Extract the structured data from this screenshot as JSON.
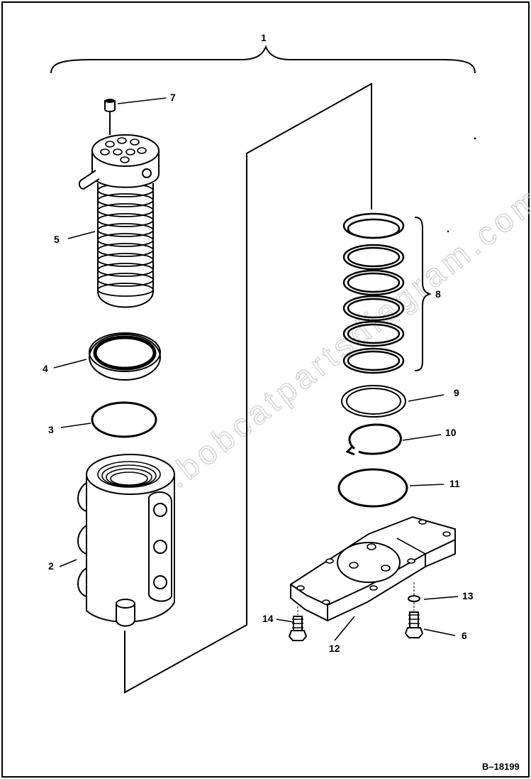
{
  "labels": {
    "l1": "1",
    "l2": "2",
    "l3": "3",
    "l4": "4",
    "l5": "5",
    "l6": "6",
    "l7": "7",
    "l8": "8",
    "l9": "9",
    "l10": "10",
    "l11": "11",
    "l12": "12",
    "l13": "13",
    "l14": "14"
  },
  "reference": "B–18199",
  "watermark": "www.bobcatpartsdiagram.com"
}
